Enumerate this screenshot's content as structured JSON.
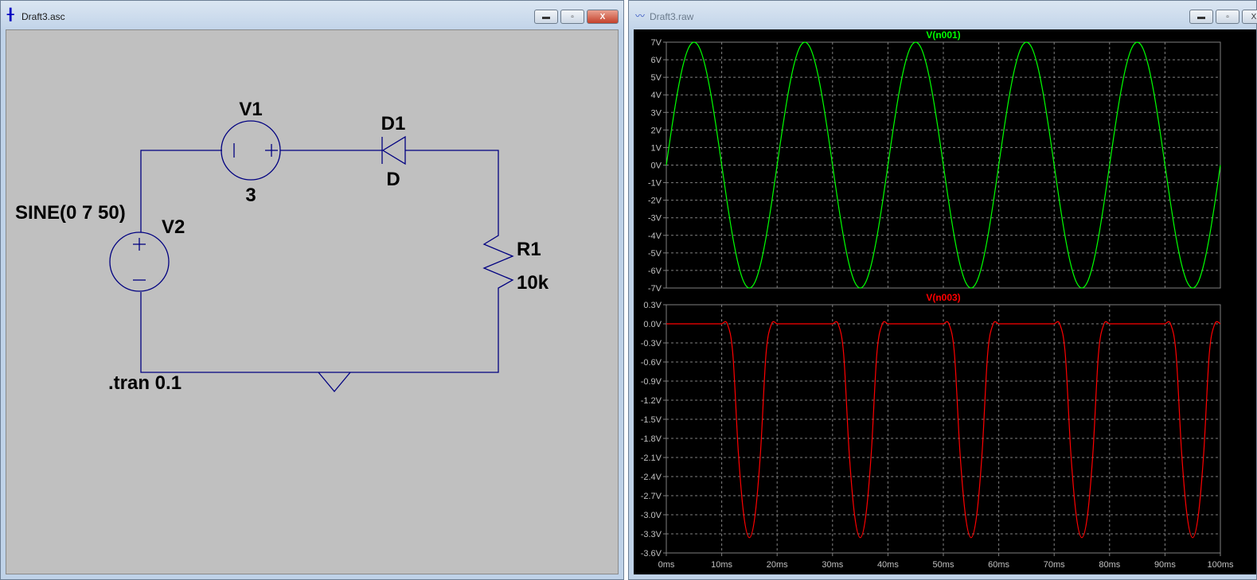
{
  "schematic_window": {
    "title": "Draft3.asc",
    "buttons": {
      "minimize": "▬",
      "maximize": "▫",
      "close": "X"
    },
    "components": {
      "v1_name": "V1",
      "v1_value": "3",
      "d1_name": "D1",
      "d1_value": "D",
      "v2_name": "V2",
      "v2_value": "SINE(0 7 50)",
      "r1_name": "R1",
      "r1_value": "10k",
      "directive": ".tran 0.1"
    },
    "colors": {
      "background": "#c0c0c0",
      "wire": "#000080"
    }
  },
  "waveform_window": {
    "title": "Draft3.raw",
    "buttons": {
      "minimize": "▬",
      "maximize": "▫",
      "close": "X"
    },
    "colors": {
      "background": "#000000",
      "grid": "#808080",
      "axis_text": "#c0c0c0"
    }
  },
  "chart_data": [
    {
      "type": "line",
      "title": "V(n001)",
      "color": "#00ff00",
      "x_unit": "ms",
      "ylim": [
        -7,
        7
      ],
      "xlim": [
        0,
        100
      ],
      "grid": true,
      "x_ticks": [
        "0ms",
        "10ms",
        "20ms",
        "30ms",
        "40ms",
        "50ms",
        "60ms",
        "70ms",
        "80ms",
        "90ms",
        "100ms"
      ],
      "y_ticks": [
        "7V",
        "6V",
        "5V",
        "4V",
        "3V",
        "2V",
        "1V",
        "0V",
        "-1V",
        "-2V",
        "-3V",
        "-4V",
        "-5V",
        "-6V",
        "-7V"
      ],
      "period_values": [
        0,
        2.16,
        4.11,
        5.66,
        6.66,
        7,
        6.66,
        5.66,
        4.11,
        2.16,
        0,
        -2.16,
        -4.11,
        -5.66,
        -6.66,
        -7,
        -6.66,
        -5.66,
        -4.11,
        -2.16
      ],
      "x_step_ms": 1
    },
    {
      "type": "line",
      "title": "V(n003)",
      "color": "#ff0000",
      "x_unit": "ms",
      "ylim": [
        -3.6,
        0.3
      ],
      "xlim": [
        0,
        100
      ],
      "grid": true,
      "x_ticks": [
        "0ms",
        "10ms",
        "20ms",
        "30ms",
        "40ms",
        "50ms",
        "60ms",
        "70ms",
        "80ms",
        "90ms",
        "100ms"
      ],
      "y_ticks": [
        "0.3V",
        "0.0V",
        "-0.3V",
        "-0.6V",
        "-0.9V",
        "-1.2V",
        "-1.5V",
        "-1.8V",
        "-2.1V",
        "-2.4V",
        "-2.7V",
        "-3.0V",
        "-3.3V",
        "-3.6V"
      ],
      "period_values": [
        0,
        0,
        0,
        0,
        0,
        0,
        0,
        0,
        0,
        0,
        0,
        0,
        -0.47,
        -2.02,
        -3.02,
        -3.36,
        -3.02,
        -2.02,
        -0.47,
        0
      ],
      "x_step_ms": 1
    }
  ]
}
